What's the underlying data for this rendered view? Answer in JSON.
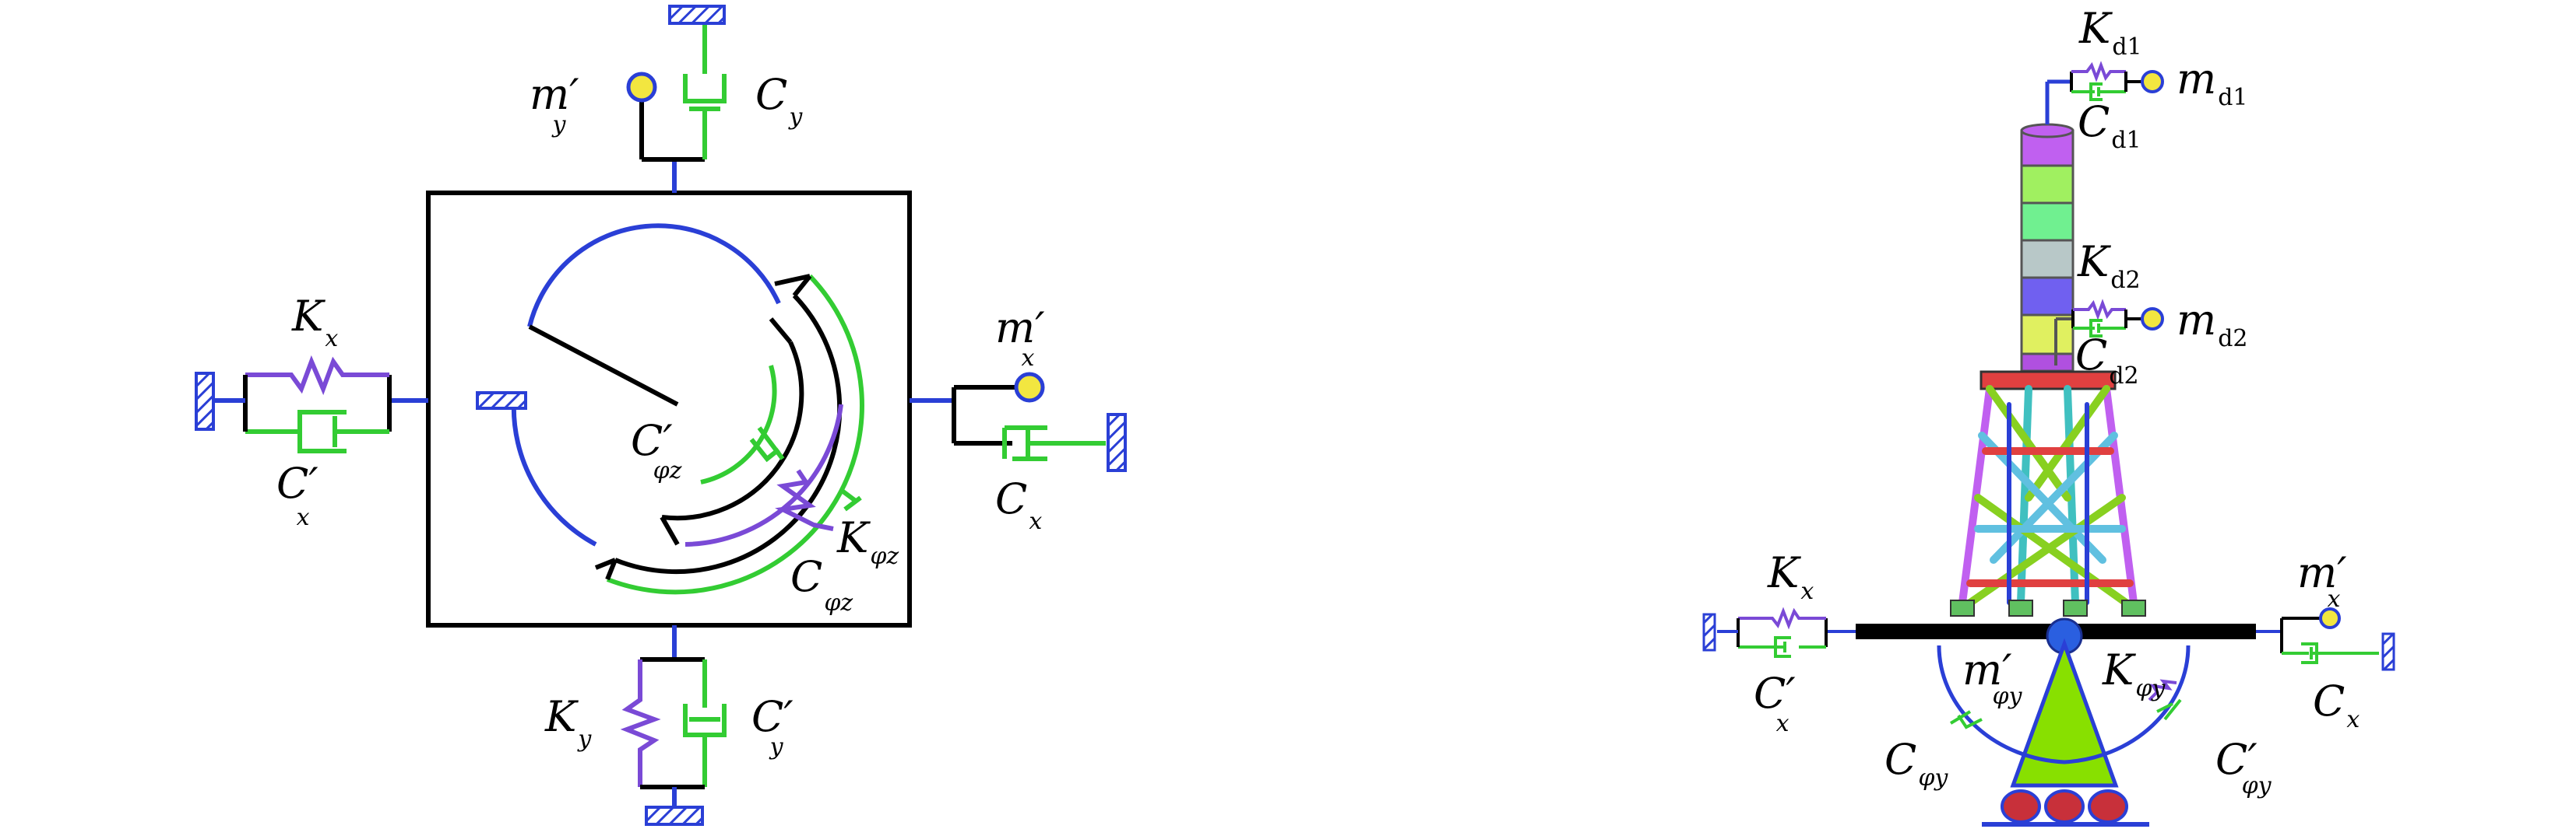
{
  "colors": {
    "frame": "#000000",
    "link": "#2a3fd6",
    "spring": "#7a4ad6",
    "damper": "#33cc33",
    "mass": "#f2e640",
    "support": "#2a3fd6",
    "base": "#000000",
    "pedestal": "#88e000",
    "roller": "#c8303a"
  },
  "left_diagram": {
    "labels": {
      "m_y": {
        "main": "m′",
        "sub": "y"
      },
      "C_y": {
        "main": "C",
        "sub": "y"
      },
      "K_x": {
        "main": "K",
        "sub": "x"
      },
      "Cp_x": {
        "main": "C′",
        "sub": "x"
      },
      "m_x": {
        "main": "m′",
        "sub": "x"
      },
      "C_x": {
        "main": "C",
        "sub": "x"
      },
      "Cp_phiz": {
        "main": "C′",
        "sub": "φz"
      },
      "K_phiz": {
        "main": "K",
        "sub": "φz"
      },
      "C_phiz": {
        "main": "C",
        "sub": "φz"
      },
      "K_y": {
        "main": "K",
        "sub": "y"
      },
      "Cp_y": {
        "main": "C′",
        "sub": "y"
      }
    }
  },
  "right_diagram": {
    "labels": {
      "K_d1": {
        "main": "K",
        "sub": "d1"
      },
      "C_d1": {
        "main": "C",
        "sub": "d1"
      },
      "m_d1": {
        "main": "m",
        "sub": "d1"
      },
      "K_d2": {
        "main": "K",
        "sub": "d2"
      },
      "C_d2": {
        "main": "C",
        "sub": "d2"
      },
      "m_d2": {
        "main": "m",
        "sub": "d2"
      },
      "K_x": {
        "main": "K",
        "sub": "x"
      },
      "Cp_x": {
        "main": "C′",
        "sub": "x"
      },
      "m_x": {
        "main": "m′",
        "sub": "x"
      },
      "C_x": {
        "main": "C",
        "sub": "x"
      },
      "m_phiy": {
        "main": "m′",
        "sub": "φy"
      },
      "K_phiy": {
        "main": "K",
        "sub": "φy"
      },
      "C_phiy": {
        "main": "C",
        "sub": "φy"
      },
      "Cp_phiy": {
        "main": "C′",
        "sub": "φy"
      }
    },
    "tower_segment_colors": [
      "#c060f0",
      "#a0f060",
      "#70f090",
      "#b8c8c8",
      "#7060f0",
      "#e0f060",
      "#b050e0"
    ]
  }
}
